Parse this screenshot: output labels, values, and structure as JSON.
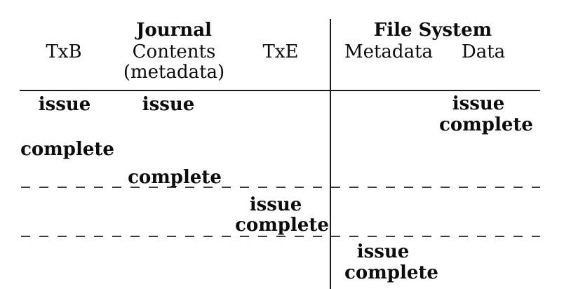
{
  "figure": {
    "groups": [
      {
        "label": "Journal"
      },
      {
        "label": "File System"
      }
    ],
    "columns": [
      {
        "label": "TxB"
      },
      {
        "label": "Contents",
        "note": "(metadata)"
      },
      {
        "label": "TxE"
      },
      {
        "label": "Metadata"
      },
      {
        "label": "Data"
      }
    ],
    "events": [
      {
        "col": "TxB",
        "label": "issue"
      },
      {
        "col": "Contents",
        "label": "issue"
      },
      {
        "col": "Data",
        "label": "issue"
      },
      {
        "col": "Data",
        "label": "complete"
      },
      {
        "col": "TxB",
        "label": "complete"
      },
      {
        "col": "Contents",
        "label": "complete"
      },
      {
        "col": "TxE",
        "label": "issue"
      },
      {
        "col": "TxE",
        "label": "complete"
      },
      {
        "col": "Metadata",
        "label": "issue"
      },
      {
        "col": "Metadata",
        "label": "complete"
      }
    ]
  }
}
